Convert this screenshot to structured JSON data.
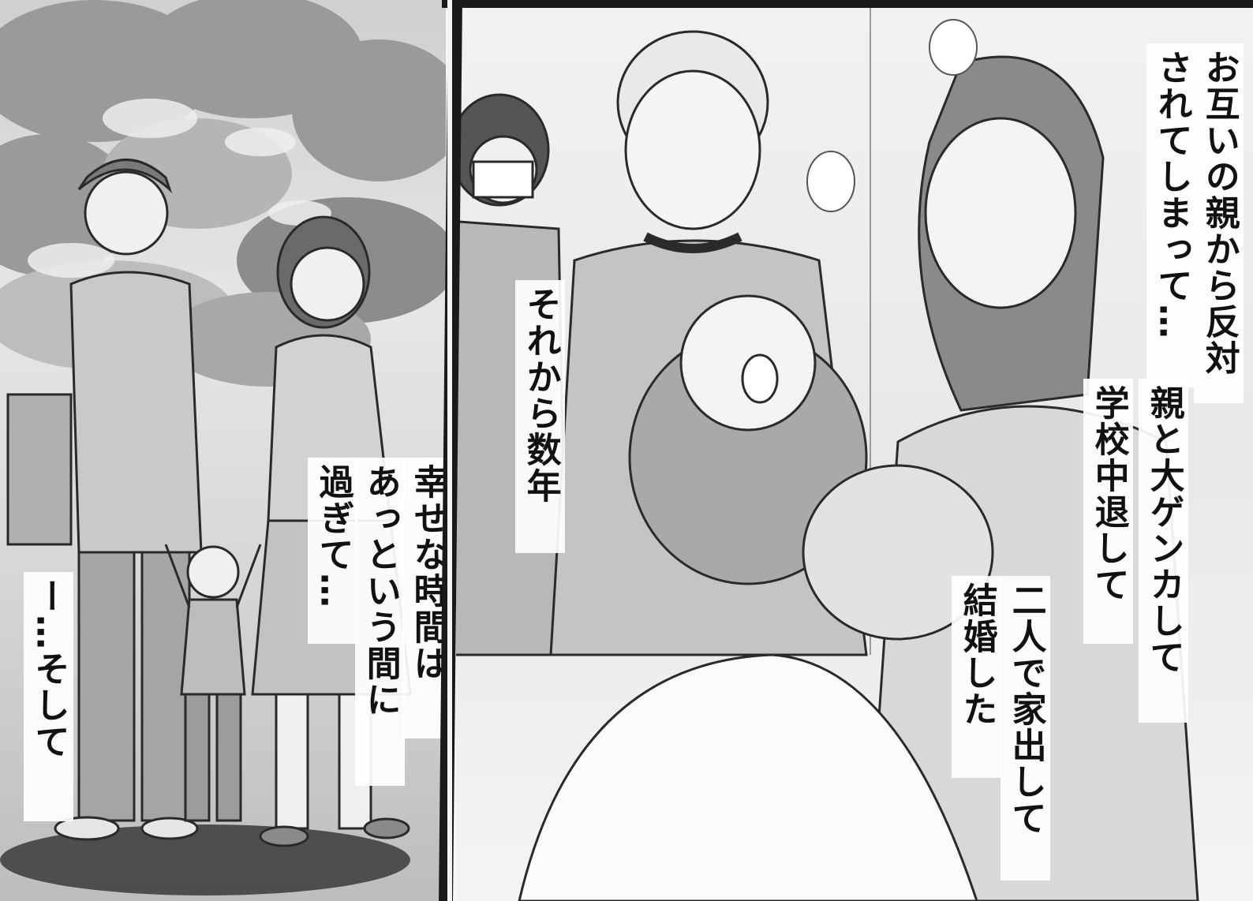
{
  "panels": {
    "left": {
      "captions": {
        "then": "ー…そして",
        "happy_time": "幸せな時間は",
        "flew_by": "あっという間に",
        "passed": "過ぎて…"
      }
    },
    "right": {
      "captions": {
        "years_later": "それから数年",
        "parents_opposed_1": "お互いの親から反対",
        "parents_opposed_2": "されてしまって…",
        "big_fight": "親と大ゲンカして",
        "dropped_out": "学校中退して",
        "ran_away": "二人で家出して",
        "married": "結婚した"
      }
    }
  },
  "colors": {
    "ink": "#111111",
    "gutter": "#1a1a1a",
    "caption_bg": "#ffffff"
  }
}
